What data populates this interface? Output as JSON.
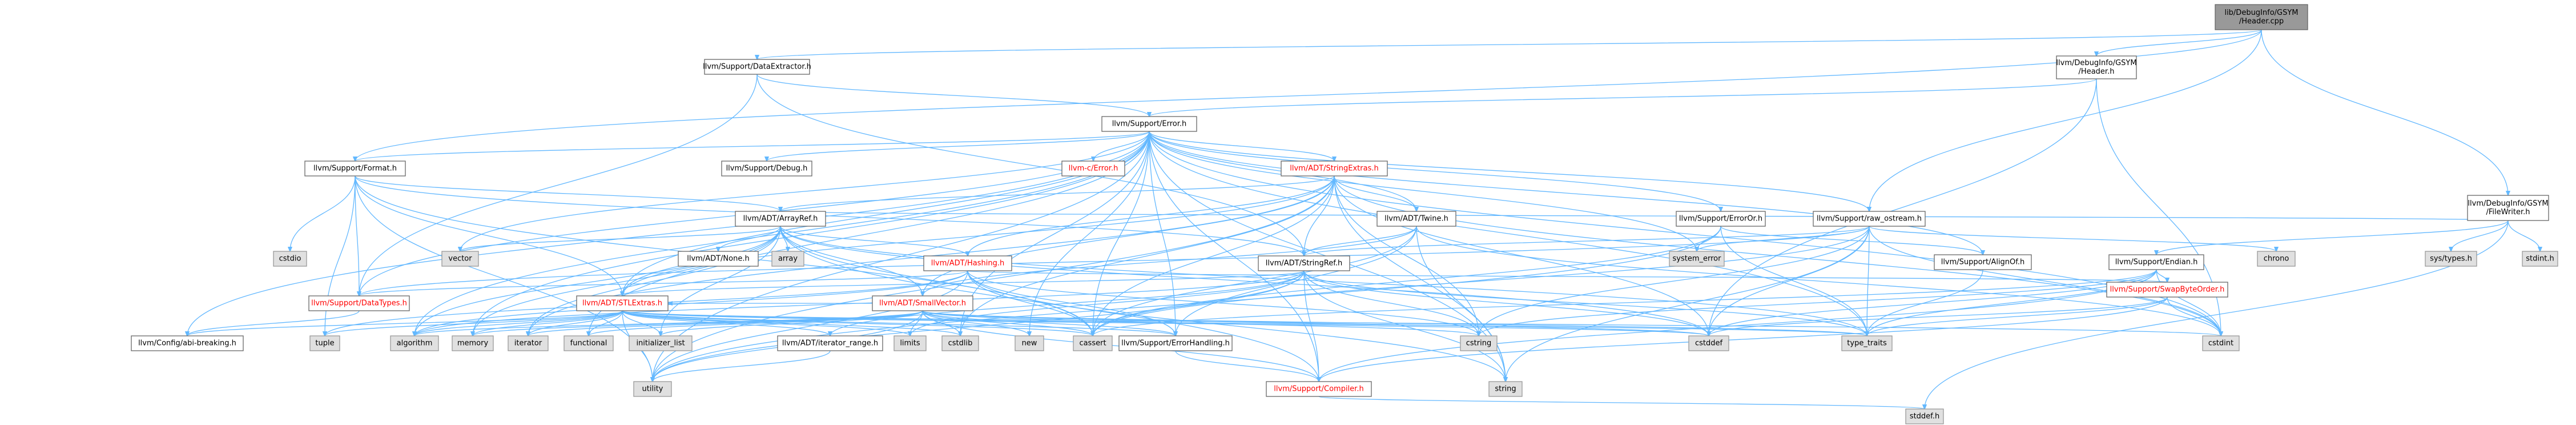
{
  "colors": {
    "edge": "#63b8ff",
    "border": "#666666",
    "fill_root": "#999999",
    "fill_doc": "#ffffff",
    "fill_system": "#e0e0e0",
    "text": "#000000",
    "text_red": "#ff0000"
  },
  "nodes": [
    {
      "id": "root",
      "lines": [
        "lib/DebugInfo/GSYM",
        "/Header.cpp"
      ],
      "style": "root"
    },
    {
      "id": "dataextractor",
      "lines": [
        "llvm/Support/DataExtractor.h"
      ],
      "style": "doc"
    },
    {
      "id": "gsymheader",
      "lines": [
        "llvm/DebugInfo/GSYM",
        "/Header.h"
      ],
      "style": "doc"
    },
    {
      "id": "filewriter",
      "lines": [
        "llvm/DebugInfo/GSYM",
        "/FileWriter.h"
      ],
      "style": "doc"
    },
    {
      "id": "error",
      "lines": [
        "llvm/Support/Error.h"
      ],
      "style": "doc"
    },
    {
      "id": "format",
      "lines": [
        "llvm/Support/Format.h"
      ],
      "style": "doc"
    },
    {
      "id": "debug",
      "lines": [
        "llvm/Support/Debug.h"
      ],
      "style": "doc"
    },
    {
      "id": "cerror",
      "lines": [
        "llvm-c/Error.h"
      ],
      "style": "red"
    },
    {
      "id": "stringextras",
      "lines": [
        "llvm/ADT/StringExtras.h"
      ],
      "style": "red"
    },
    {
      "id": "systypes",
      "lines": [
        "sys/types.h"
      ],
      "style": "system"
    },
    {
      "id": "stdinth",
      "lines": [
        "stdint.h"
      ],
      "style": "system"
    },
    {
      "id": "cstdio",
      "lines": [
        "cstdio"
      ],
      "style": "system"
    },
    {
      "id": "arrayref",
      "lines": [
        "llvm/ADT/ArrayRef.h"
      ],
      "style": "doc"
    },
    {
      "id": "twine",
      "lines": [
        "llvm/ADT/Twine.h"
      ],
      "style": "doc"
    },
    {
      "id": "errorh",
      "lines": [
        "llvm/Support/ErrorOr.h"
      ],
      "style": "doc"
    },
    {
      "id": "rawostream",
      "lines": [
        "llvm/Support/raw_ostream.h"
      ],
      "style": "doc"
    },
    {
      "id": "endian",
      "lines": [
        "llvm/Support/Endian.h"
      ],
      "style": "doc"
    },
    {
      "id": "vector",
      "lines": [
        "vector"
      ],
      "style": "system"
    },
    {
      "id": "none",
      "lines": [
        "llvm/ADT/None.h"
      ],
      "style": "doc"
    },
    {
      "id": "array",
      "lines": [
        "array"
      ],
      "style": "system"
    },
    {
      "id": "hashing",
      "lines": [
        "llvm/ADT/Hashing.h"
      ],
      "style": "red"
    },
    {
      "id": "stringref",
      "lines": [
        "llvm/ADT/StringRef.h"
      ],
      "style": "doc"
    },
    {
      "id": "systemerror",
      "lines": [
        "system_error"
      ],
      "style": "system"
    },
    {
      "id": "alignof",
      "lines": [
        "llvm/Support/AlignOf.h"
      ],
      "style": "doc"
    },
    {
      "id": "chrono",
      "lines": [
        "chrono"
      ],
      "style": "system"
    },
    {
      "id": "swapbyteorder",
      "lines": [
        "llvm/Support/SwapByteOrder.h"
      ],
      "style": "red"
    },
    {
      "id": "datatypes",
      "lines": [
        "llvm/Support/DataTypes.h"
      ],
      "style": "red"
    },
    {
      "id": "stlextras",
      "lines": [
        "llvm/ADT/STLExtras.h"
      ],
      "style": "red"
    },
    {
      "id": "smallvector",
      "lines": [
        "llvm/ADT/SmallVector.h"
      ],
      "style": "red"
    },
    {
      "id": "configbreaking",
      "lines": [
        "llvm/Config/abi-breaking.h"
      ],
      "style": "doc"
    },
    {
      "id": "tuple",
      "lines": [
        "tuple"
      ],
      "style": "system"
    },
    {
      "id": "algorithm",
      "lines": [
        "algorithm"
      ],
      "style": "system"
    },
    {
      "id": "memory",
      "lines": [
        "memory"
      ],
      "style": "system"
    },
    {
      "id": "iterator",
      "lines": [
        "iterator"
      ],
      "style": "system"
    },
    {
      "id": "functional",
      "lines": [
        "functional"
      ],
      "style": "system"
    },
    {
      "id": "initlist",
      "lines": [
        "initializer_list"
      ],
      "style": "system"
    },
    {
      "id": "iterrange",
      "lines": [
        "llvm/ADT/iterator_range.h"
      ],
      "style": "doc"
    },
    {
      "id": "limits",
      "lines": [
        "limits"
      ],
      "style": "system"
    },
    {
      "id": "cstdlib",
      "lines": [
        "cstdlib"
      ],
      "style": "system"
    },
    {
      "id": "new",
      "lines": [
        "new"
      ],
      "style": "system"
    },
    {
      "id": "errorhandling",
      "lines": [
        "llvm/Support/ErrorHandling.h"
      ],
      "style": "doc"
    },
    {
      "id": "cassert",
      "lines": [
        "cassert"
      ],
      "style": "system"
    },
    {
      "id": "cstring",
      "lines": [
        "cstring"
      ],
      "style": "system"
    },
    {
      "id": "cstddef",
      "lines": [
        "cstddef"
      ],
      "style": "system"
    },
    {
      "id": "typetraits",
      "lines": [
        "type_traits"
      ],
      "style": "system"
    },
    {
      "id": "cstdint",
      "lines": [
        "cstdint"
      ],
      "style": "system"
    },
    {
      "id": "utility",
      "lines": [
        "utility"
      ],
      "style": "system"
    },
    {
      "id": "string",
      "lines": [
        "string"
      ],
      "style": "system"
    },
    {
      "id": "compiler",
      "lines": [
        "llvm/Support/Compiler.h"
      ],
      "style": "red"
    },
    {
      "id": "stddefh",
      "lines": [
        "stddef.h"
      ],
      "style": "system"
    }
  ],
  "edges": [
    [
      "root",
      "dataextractor"
    ],
    [
      "root",
      "gsymheader"
    ],
    [
      "root",
      "filewriter"
    ],
    [
      "root",
      "rawostream"
    ],
    [
      "root",
      "format"
    ],
    [
      "dataextractor",
      "error"
    ],
    [
      "dataextractor",
      "stringref"
    ],
    [
      "dataextractor",
      "datatypes"
    ],
    [
      "gsymheader",
      "error"
    ],
    [
      "gsymheader",
      "cstddef"
    ],
    [
      "gsymheader",
      "cstdint"
    ],
    [
      "filewriter",
      "arrayref"
    ],
    [
      "filewriter",
      "endian"
    ],
    [
      "filewriter",
      "systypes"
    ],
    [
      "filewriter",
      "stdinth"
    ],
    [
      "filewriter",
      "stddefh"
    ],
    [
      "error",
      "cerror"
    ],
    [
      "error",
      "stringextras"
    ],
    [
      "error",
      "twine"
    ],
    [
      "error",
      "debug"
    ],
    [
      "error",
      "format"
    ],
    [
      "error",
      "errorh"
    ],
    [
      "error",
      "rawostream"
    ],
    [
      "error",
      "alignof"
    ],
    [
      "error",
      "configbreaking"
    ],
    [
      "error",
      "compiler"
    ],
    [
      "error",
      "datatypes"
    ],
    [
      "error",
      "errorhandling"
    ],
    [
      "error",
      "algorithm"
    ],
    [
      "error",
      "cassert"
    ],
    [
      "error",
      "cstdint"
    ],
    [
      "error",
      "cstdlib"
    ],
    [
      "error",
      "functional"
    ],
    [
      "error",
      "memory"
    ],
    [
      "error",
      "new"
    ],
    [
      "error",
      "optional"
    ],
    [
      "error",
      "string"
    ],
    [
      "error",
      "systemerror"
    ],
    [
      "error",
      "typetraits"
    ],
    [
      "error",
      "utility"
    ],
    [
      "error",
      "vector"
    ],
    [
      "error",
      "stlextras"
    ],
    [
      "format",
      "arrayref"
    ],
    [
      "format",
      "stringref"
    ],
    [
      "format",
      "datatypes"
    ],
    [
      "format",
      "cassert"
    ],
    [
      "format",
      "cstdio"
    ],
    [
      "format",
      "tuple"
    ],
    [
      "format",
      "utility"
    ],
    [
      "format",
      "stlextras"
    ],
    [
      "stringextras",
      "arrayref"
    ],
    [
      "stringextras",
      "smallvector"
    ],
    [
      "stringextras",
      "stringref"
    ],
    [
      "stringextras",
      "twine"
    ],
    [
      "stringextras",
      "cstddef"
    ],
    [
      "stringextras",
      "cstdint"
    ],
    [
      "stringextras",
      "cstdlib"
    ],
    [
      "stringextras",
      "cstring"
    ],
    [
      "stringextras",
      "iterator"
    ],
    [
      "stringextras",
      "string"
    ],
    [
      "stringextras",
      "utility"
    ],
    [
      "stringextras",
      "hashing"
    ],
    [
      "stringextras",
      "stlextras"
    ],
    [
      "stringextras",
      "cassert"
    ],
    [
      "arrayref",
      "hashing"
    ],
    [
      "arrayref",
      "none"
    ],
    [
      "arrayref",
      "smallvector"
    ],
    [
      "arrayref",
      "stlextras"
    ],
    [
      "arrayref",
      "compiler"
    ],
    [
      "arrayref",
      "algorithm"
    ],
    [
      "arrayref",
      "array"
    ],
    [
      "arrayref",
      "cassert"
    ],
    [
      "arrayref",
      "cstddef"
    ],
    [
      "arrayref",
      "initlist"
    ],
    [
      "arrayref",
      "iterator"
    ],
    [
      "arrayref",
      "memory"
    ],
    [
      "arrayref",
      "typetraits"
    ],
    [
      "arrayref",
      "vector"
    ],
    [
      "twine",
      "smallvector"
    ],
    [
      "twine",
      "stringref"
    ],
    [
      "twine",
      "errorhandling"
    ],
    [
      "twine",
      "cassert"
    ],
    [
      "twine",
      "cstdint"
    ],
    [
      "twine",
      "string"
    ],
    [
      "errorh",
      "alignof"
    ],
    [
      "errorh",
      "cassert"
    ],
    [
      "errorh",
      "systemerror"
    ],
    [
      "errorh",
      "typetraits"
    ],
    [
      "errorh",
      "utility"
    ],
    [
      "rawostream",
      "stringref"
    ],
    [
      "rawostream",
      "datatypes"
    ],
    [
      "rawostream",
      "cassert"
    ],
    [
      "rawostream",
      "chrono"
    ],
    [
      "rawostream",
      "cstddef"
    ],
    [
      "rawostream",
      "cstdint"
    ],
    [
      "rawostream",
      "cstring"
    ],
    [
      "rawostream",
      "string"
    ],
    [
      "rawostream",
      "systemerror"
    ],
    [
      "rawostream",
      "typetraits"
    ],
    [
      "rawostream",
      "optional"
    ],
    [
      "endian",
      "compiler"
    ],
    [
      "endian",
      "swapbyteorder"
    ],
    [
      "endian",
      "cassert"
    ],
    [
      "endian",
      "cstddef"
    ],
    [
      "endian",
      "cstdint"
    ],
    [
      "endian",
      "cstring"
    ],
    [
      "endian",
      "typetraits"
    ],
    [
      "hashing",
      "datatypes"
    ],
    [
      "hashing",
      "errorhandling"
    ],
    [
      "hashing",
      "swapbyteorder"
    ],
    [
      "hashing",
      "algorithm"
    ],
    [
      "hashing",
      "cassert"
    ],
    [
      "hashing",
      "cstring"
    ],
    [
      "hashing",
      "string"
    ],
    [
      "hashing",
      "tuple"
    ],
    [
      "hashing",
      "utility"
    ],
    [
      "stringref",
      "stlextras"
    ],
    [
      "stringref",
      "iterrange"
    ],
    [
      "stringref",
      "compiler"
    ],
    [
      "stringref",
      "algorithm"
    ],
    [
      "stringref",
      "cassert"
    ],
    [
      "stringref",
      "cstddef"
    ],
    [
      "stringref",
      "cstring"
    ],
    [
      "stringref",
      "limits"
    ],
    [
      "stringref",
      "string"
    ],
    [
      "stringref",
      "typetraits"
    ],
    [
      "stringref",
      "utility"
    ],
    [
      "alignof",
      "typetraits"
    ],
    [
      "swapbyteorder",
      "compiler"
    ],
    [
      "swapbyteorder",
      "cstddef"
    ],
    [
      "swapbyteorder",
      "cstdint"
    ],
    [
      "swapbyteorder",
      "typetraits"
    ],
    [
      "stlextras",
      "configbreaking"
    ],
    [
      "stlextras",
      "iterrange"
    ],
    [
      "stlextras",
      "errorhandling"
    ],
    [
      "stlextras",
      "algorithm"
    ],
    [
      "stlextras",
      "cassert"
    ],
    [
      "stlextras",
      "cstddef"
    ],
    [
      "stlextras",
      "cstdint"
    ],
    [
      "stlextras",
      "cstdlib"
    ],
    [
      "stlextras",
      "functional"
    ],
    [
      "stlextras",
      "initlist"
    ],
    [
      "stlextras",
      "iterator"
    ],
    [
      "stlextras",
      "limits"
    ],
    [
      "stlextras",
      "memory"
    ],
    [
      "stlextras",
      "tuple"
    ],
    [
      "stlextras",
      "typetraits"
    ],
    [
      "stlextras",
      "utility"
    ],
    [
      "smallvector",
      "compiler"
    ],
    [
      "smallvector",
      "algorithm"
    ],
    [
      "smallvector",
      "cassert"
    ],
    [
      "smallvector",
      "cstddef"
    ],
    [
      "smallvector",
      "cstdlib"
    ],
    [
      "smallvector",
      "cstring"
    ],
    [
      "smallvector",
      "functional"
    ],
    [
      "smallvector",
      "initlist"
    ],
    [
      "smallvector",
      "iterator"
    ],
    [
      "smallvector",
      "limits"
    ],
    [
      "smallvector",
      "memory"
    ],
    [
      "smallvector",
      "new"
    ],
    [
      "smallvector",
      "typetraits"
    ],
    [
      "smallvector",
      "utility"
    ],
    [
      "smallvector",
      "stlextras"
    ],
    [
      "smallvector",
      "errorhandling"
    ],
    [
      "iterrange",
      "utility"
    ],
    [
      "errorhandling",
      "compiler"
    ],
    [
      "compiler",
      "stddefh"
    ],
    [
      "datatypes",
      "configbreaking"
    ]
  ]
}
